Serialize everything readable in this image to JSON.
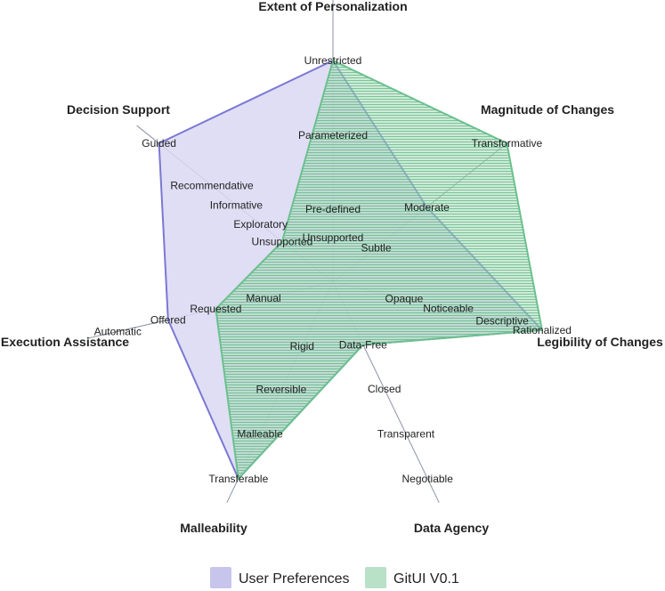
{
  "chart_data": {
    "type": "radar",
    "axes": [
      {
        "title": "Extent of Personalization",
        "levels": [
          "Unsupported",
          "Pre-defined",
          "Parameterized",
          "Unrestricted"
        ]
      },
      {
        "title": "Magnitude of Changes",
        "levels": [
          "Subtle",
          "Moderate",
          "Transformative"
        ]
      },
      {
        "title": "Legibility of Changes",
        "levels": [
          "Opaque",
          "Noticeable",
          "Descriptive",
          "Rationalized"
        ]
      },
      {
        "title": "Data Agency",
        "levels": [
          "Data-Free",
          "Closed",
          "Transparent",
          "Negotiable"
        ]
      },
      {
        "title": "Malleability",
        "levels": [
          "Rigid",
          "Reversible",
          "Malleable",
          "Transferable"
        ]
      },
      {
        "title": "Execution Assistance",
        "levels": [
          "Manual",
          "Requested",
          "Offered",
          "Automatic"
        ]
      },
      {
        "title": "Decision Support",
        "levels": [
          "Unsupported",
          "Exploratory",
          "Informative",
          "Recommendative",
          "Guided"
        ]
      }
    ],
    "series": [
      {
        "name": "User Preferences",
        "values": [
          "Unrestricted",
          "Moderate",
          "Rationalized",
          "Data-Free",
          "Transferable",
          "Offered",
          "Guided"
        ],
        "color": "#7b78d4",
        "fill": "#d9d8f2"
      },
      {
        "name": "GitUI V0.1",
        "values": [
          "Unrestricted",
          "Transformative",
          "Rationalized",
          "Data-Free",
          "Transferable",
          "Requested",
          "Unsupported"
        ],
        "color": "#6cc08e",
        "fill": "#8fcfa6"
      }
    ],
    "legend": "bottom-center"
  }
}
